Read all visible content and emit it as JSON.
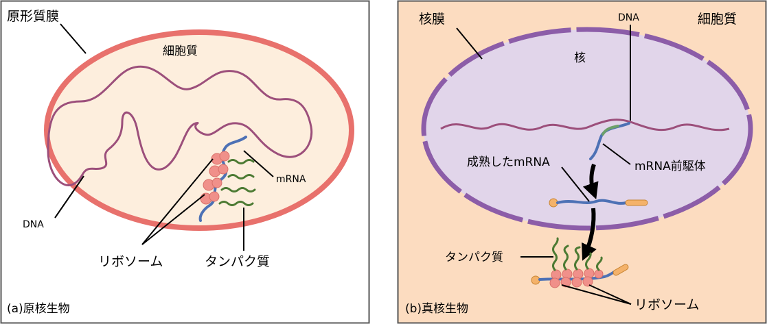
{
  "panel_a": {
    "caption": "(a)原核生物",
    "labels": {
      "plasma_membrane": "原形質膜",
      "cytoplasm": "細胞質",
      "dna": "DNA",
      "mrna": "mRNA",
      "ribosome": "リボソーム",
      "protein": "タンパク質"
    }
  },
  "panel_b": {
    "caption": "(b)真核生物",
    "labels": {
      "nuclear_envelope": "核膜",
      "dna": "DNA",
      "cytoplasm": "細胞質",
      "nucleus": "核",
      "mature_mrna": "成熟したmRNA",
      "pre_mrna": "mRNA前駆体",
      "protein": "タンパク質",
      "ribosome": "リボソーム"
    }
  },
  "colors": {
    "membrane_red": "#e8716c",
    "cytoplasm_light": "#fdeedd",
    "eukaryote_bg": "#fcdcc0",
    "nucleus_fill": "#e1d5ea",
    "nuclear_envelope": "#8c5da8",
    "dna_strand": "#9c4f7b",
    "mrna_blue": "#4d71b5",
    "protein_green": "#4c7a33",
    "ribosome_pink": "#f0908a",
    "cap_orange": "#f4b26a",
    "panel_border": "#555555"
  }
}
